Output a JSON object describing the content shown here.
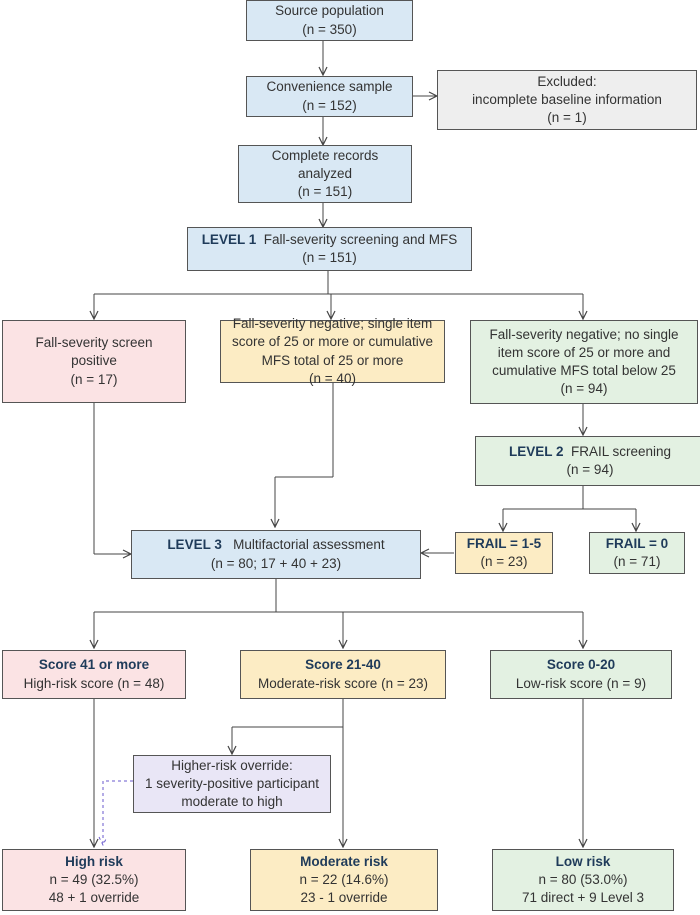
{
  "source": {
    "title": "Source population",
    "n": "(n = 350)"
  },
  "convenience": {
    "title": "Convenience sample",
    "n": "(n = 152)"
  },
  "excluded": {
    "title": "Excluded:",
    "reason": "incomplete baseline information",
    "n": "(n = 1)"
  },
  "complete": {
    "line1": "Complete records",
    "line2": "analyzed",
    "n": "(n = 151)"
  },
  "level1": {
    "label": "LEVEL 1",
    "title": "Fall-severity screening and MFS",
    "n": "(n = 151)"
  },
  "branch_positive": {
    "line1": "Fall-severity screen",
    "line2": "positive",
    "n": "(n = 17)"
  },
  "branch_single": {
    "line1": "Fall-severity negative; single item",
    "line2": "score of 25 or more or cumulative",
    "line3": "MFS total of 25 or more",
    "n": "(n = 40)"
  },
  "branch_none": {
    "line1": "Fall-severity negative; no single",
    "line2": "item score of 25 or more and",
    "line3": "cumulative MFS total below 25",
    "n": "(n = 94)"
  },
  "level2": {
    "label": "LEVEL 2",
    "title": "FRAIL screening",
    "n": "(n = 94)"
  },
  "frail_pos": {
    "label": "FRAIL = 1-5",
    "n": "(n = 23)"
  },
  "frail_zero": {
    "label": "FRAIL = 0",
    "n": "(n = 71)"
  },
  "level3": {
    "label": "LEVEL 3",
    "title": "Multifactorial assessment",
    "n": "(n = 80; 17 + 40 + 23)"
  },
  "score_high": {
    "label": "Score 41 or more",
    "desc": "High-risk score (n = 48)"
  },
  "score_mod": {
    "label": "Score 21-40",
    "desc": "Moderate-risk score (n = 23)"
  },
  "score_low": {
    "label": "Score 0-20",
    "desc": "Low-risk score (n = 9)"
  },
  "override": {
    "line1": "Higher-risk override:",
    "line2": "1 severity-positive participant",
    "line3": "moderate to high"
  },
  "high_risk": {
    "label": "High risk",
    "n": "n = 49 (32.5%)",
    "detail": "48 + 1 override"
  },
  "moderate_risk": {
    "label": "Moderate risk",
    "n": "n = 22 (14.6%)",
    "detail": "23 - 1 override"
  },
  "low_risk": {
    "label": "Low risk",
    "n": "n = 80 (53.0%)",
    "detail": "71 direct + 9 Level 3"
  },
  "colors": {
    "line": "#444444",
    "level_text": "#1f3b5a",
    "override_line": "#6a5acd"
  }
}
